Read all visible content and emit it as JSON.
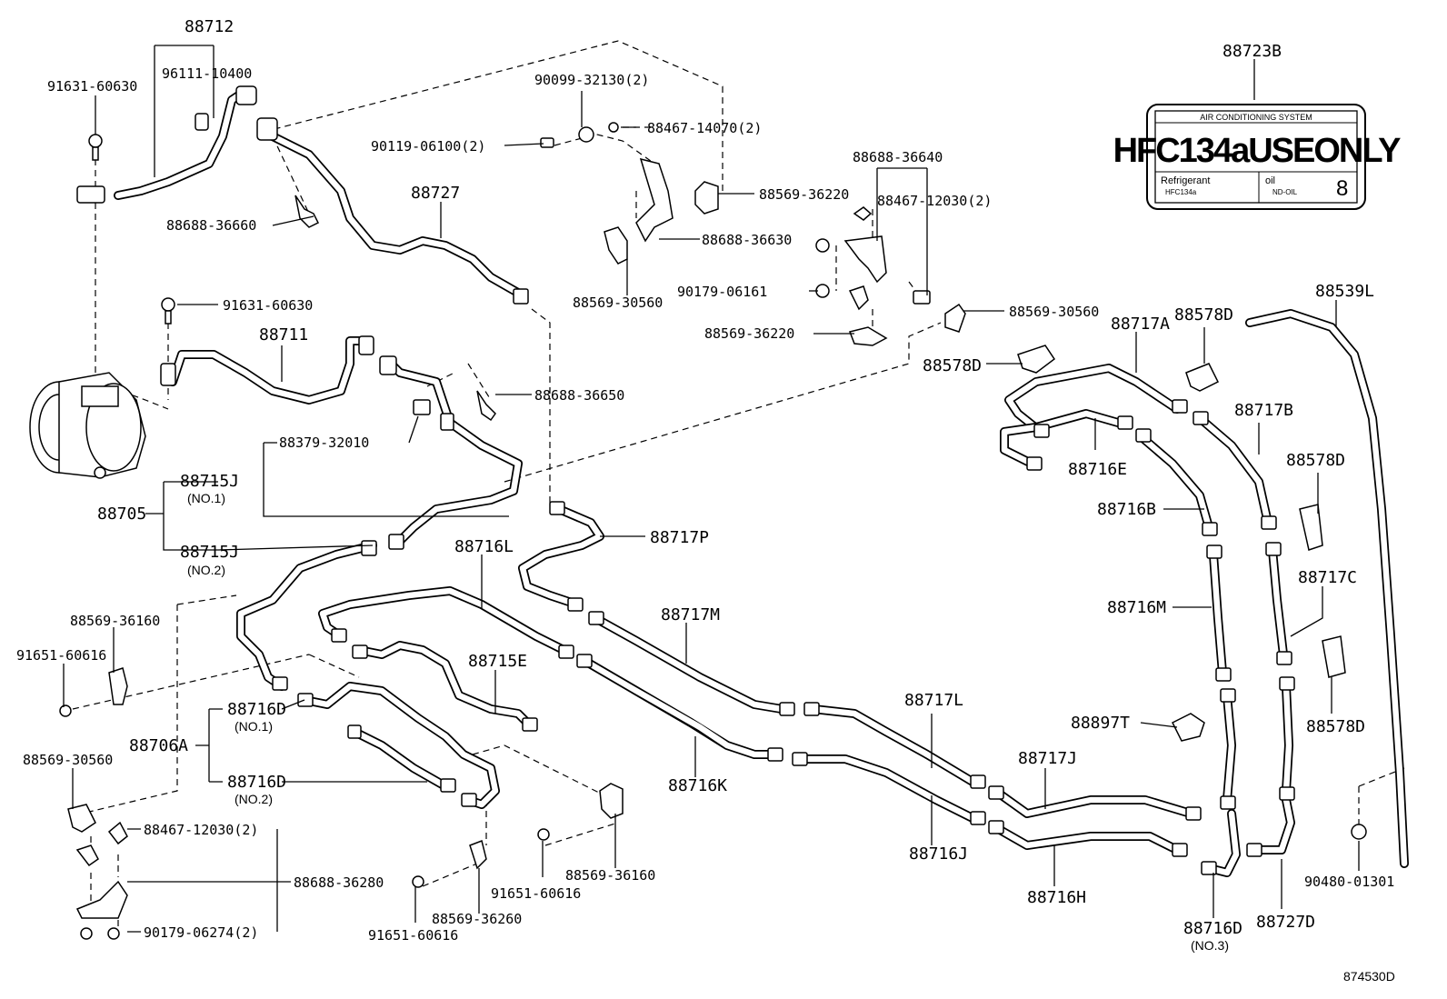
{
  "labels": {
    "p88712": "88712",
    "p96111_10400": "96111-10400",
    "p91631_60630_a": "91631-60630",
    "p88688_36660": "88688-36660",
    "p90099_32130": "90099-32130(2)",
    "p90119_06100": "90119-06100(2)",
    "p88467_14070": "88467-14070(2)",
    "p88727": "88727",
    "p88569_36220_a": "88569-36220",
    "p88688_36630": "88688-36630",
    "p88569_30560_a": "88569-30560",
    "p88688_36640": "88688-36640",
    "p88467_12030_a": "88467-12030(2)",
    "p90179_06161": "90179-06161",
    "p88569_36220_b": "88569-36220",
    "p88569_30560_b": "88569-30560",
    "p88723B": "88723B",
    "p91631_60630_b": "91631-60630",
    "p88711": "88711",
    "p88688_36650": "88688-36650",
    "p88379_32010": "88379-32010",
    "p88715J_1": "88715J",
    "p88715J_1_sub": "(NO.1)",
    "p88705": "88705",
    "p88715J_2": "88715J",
    "p88715J_2_sub": "(NO.2)",
    "p88717P": "88717P",
    "p88716L": "88716L",
    "p88717M": "88717M",
    "p88715E": "88715E",
    "p88569_36160_a": "88569-36160",
    "p91651_60616_a": "91651-60616",
    "p88716D_1": "88716D",
    "p88716D_1_sub": "(NO.1)",
    "p88706A": "88706A",
    "p88716D_2": "88716D",
    "p88716D_2_sub": "(NO.2)",
    "p88569_30560_c": "88569-30560",
    "p88467_12030_b": "88467-12030(2)",
    "p88688_36280": "88688-36280",
    "p90179_06274": "90179-06274(2)",
    "p91651_60616_b": "91651-60616",
    "p88569_36260": "88569-36260",
    "p91651_60616_c": "91651-60616",
    "p88569_36160_b": "88569-36160",
    "p88716K": "88716K",
    "p88717L": "88717L",
    "p88716J": "88716J",
    "p88717J": "88717J",
    "p88716H": "88716H",
    "p88897T": "88897T",
    "p88578D_a": "88578D",
    "p88578D_b": "88578D",
    "p88578D_c": "88578D",
    "p88578D_d": "88578D",
    "p88717A": "88717A",
    "p88716E": "88716E",
    "p88716B": "88716B",
    "p88716M": "88716M",
    "p88717B": "88717B",
    "p88717C": "88717C",
    "p88539L": "88539L",
    "p88716D_3": "88716D",
    "p88716D_3_sub": "(NO.3)",
    "p88727D": "88727D",
    "p90480_01301": "90480-01301",
    "figure_id": "874530D"
  },
  "sticker": {
    "system": "AIR CONDITIONING SYSTEM",
    "big": "HFC134aUSEONLY",
    "refrigerant": "Refrigerant",
    "refrigerant_sub": "HFC134a",
    "oil": "oil",
    "oil_sub": "ND-OIL",
    "oil_number": "8"
  }
}
